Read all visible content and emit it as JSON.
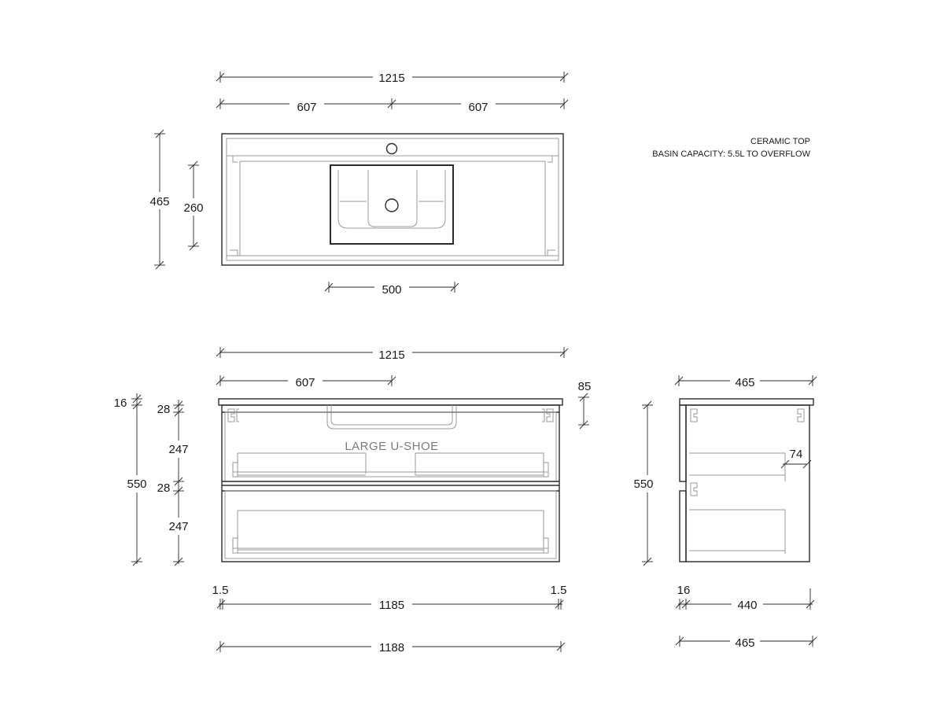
{
  "notes": {
    "line1": "CERAMIC TOP",
    "line2": "BASIN CAPACITY: 5.5L TO OVERFLOW"
  },
  "labels": {
    "drawer": "LARGE U-SHOE"
  },
  "top_view": {
    "overall_width": "1215",
    "half_left": "607",
    "half_right": "607",
    "depth": "465",
    "basin_depth": "260",
    "basin_width": "500"
  },
  "front_view": {
    "overall_width": "1215",
    "half_width": "607",
    "top_thickness": "16",
    "drawer_gap_top": "28",
    "drawer_upper": "247",
    "drawer_gap_mid": "28",
    "drawer_lower": "247",
    "overall_height": "550",
    "splash": "85",
    "margin_left": "1.5",
    "margin_right": "1.5",
    "inner_width": "1185",
    "cabinet_width": "1188"
  },
  "side_view": {
    "top_depth": "465",
    "height": "550",
    "drawer_front": "74",
    "panel": "16",
    "inner_depth": "440",
    "overall_depth": "465"
  }
}
